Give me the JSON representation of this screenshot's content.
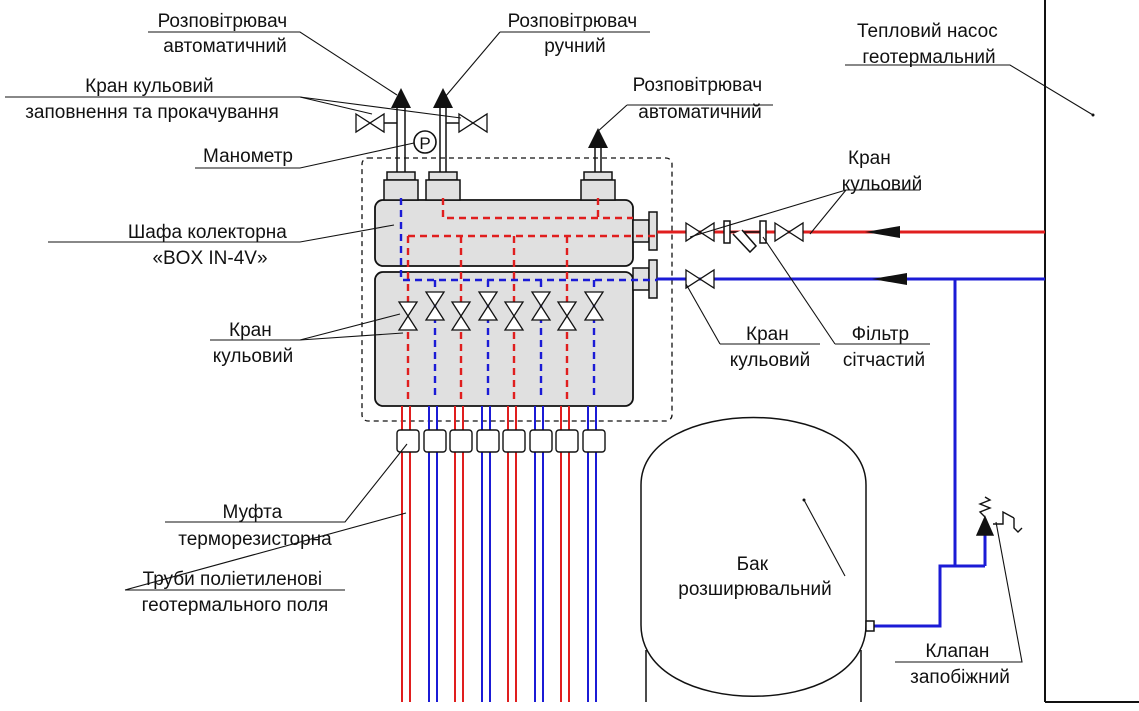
{
  "labels": {
    "air_vent_auto_1": [
      "Розповітрювач",
      "автоматичний"
    ],
    "air_vent_manual": [
      "Розповітрювач",
      "ручний"
    ],
    "air_vent_auto_2": [
      "Розповітрювач",
      "автоматичний"
    ],
    "ball_valve_fill": [
      "Кран кульовий",
      "заповнення та прокачування"
    ],
    "manometer": [
      "Манометр"
    ],
    "manometer_symbol": "P",
    "cabinet": [
      "Шафа колекторна",
      "«BOX IN-4V»"
    ],
    "ball_valve_left": [
      "Кран",
      "кульовий"
    ],
    "ball_valve_right_top": [
      "Кран",
      "кульовий"
    ],
    "ball_valve_right_bottom": [
      "Кран",
      "кульовий"
    ],
    "filter": [
      "Фільтр",
      "сітчастий"
    ],
    "heat_pump": [
      "Тепловий насос",
      "геотермальний"
    ],
    "coupling": [
      "Муфта",
      "терморезисторна"
    ],
    "pipes": [
      "Труби поліетиленові",
      "геотермального поля"
    ],
    "tank": [
      "Бак",
      "розширювальний"
    ],
    "safety_valve": [
      "Клапан",
      "запобіжний"
    ]
  },
  "colors": {
    "supply_hot": "#e01e1e",
    "return_cold": "#1b1bd6",
    "cabinet_fill": "#e0e0e0",
    "line": "#111111"
  }
}
